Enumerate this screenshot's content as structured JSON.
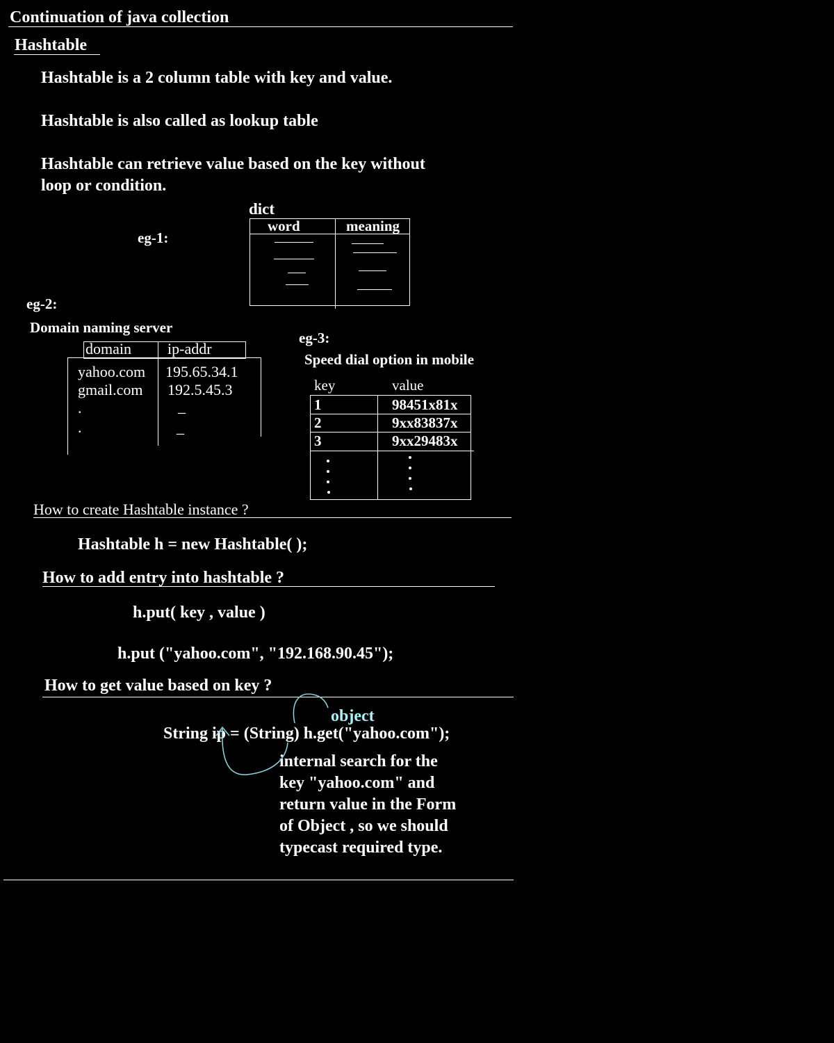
{
  "title": "Continuation of java collection",
  "heading": "Hashtable",
  "points": [
    "Hashtable is a 2 column table with key and value.",
    "Hashtable is also called as lookup table",
    "Hashtable can retrieve value based on the key without",
    "loop or condition."
  ],
  "eg1": {
    "label": "eg-1:",
    "table_name": "dict",
    "columns": [
      "word",
      "meaning"
    ]
  },
  "eg2": {
    "label": "eg-2:",
    "caption": "Domain naming server",
    "columns": [
      "domain",
      "ip-addr"
    ],
    "rows": [
      [
        "yahoo.com",
        "195.65.34.1"
      ],
      [
        "gmail.com",
        "192.5.45.3"
      ],
      [
        ".",
        "_"
      ],
      [
        ".",
        "_"
      ]
    ]
  },
  "eg3": {
    "label": "eg-3:",
    "caption": "Speed dial option in mobile",
    "columns": [
      "key",
      "value"
    ],
    "rows": [
      [
        "1",
        "98451x81x"
      ],
      [
        "2",
        "9xx83837x"
      ],
      [
        "3",
        "9xx29483x"
      ]
    ]
  },
  "create": {
    "question": "How to create Hashtable instance ?",
    "code": "Hashtable h = new Hashtable( );"
  },
  "add": {
    "question": "How to add entry into hashtable ?",
    "syntax": "h.put( key , value )",
    "example": "h.put (\"yahoo.com\", \"192.168.90.45\");"
  },
  "get": {
    "question": "How to get value based on key ?",
    "annotation": "object",
    "code": "String ip = (String) h.get(\"yahoo.com\");",
    "note": [
      "internal search for the",
      "key \"yahoo.com\" and",
      "return value in the Form",
      "of Object , so we should",
      "typecast required type."
    ]
  },
  "colors": {
    "background": "#000000",
    "text": "#ffffff",
    "annotation": "#aeeef5",
    "arrow": "#8fd8e0"
  }
}
